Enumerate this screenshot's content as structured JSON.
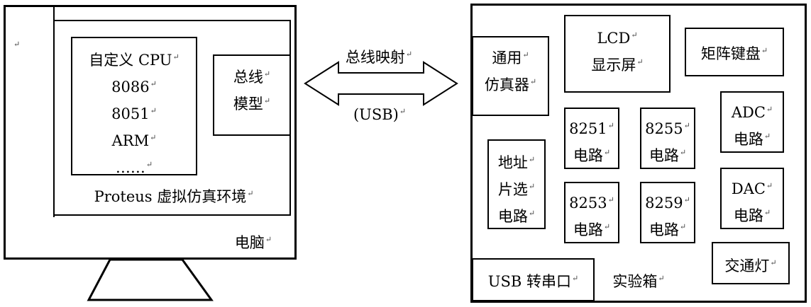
{
  "computer": {
    "label": "电脑",
    "proteus_label": "Proteus 虚拟仿真环境",
    "cpu_list": [
      "自定义 CPU",
      "8086",
      "8051",
      "ARM",
      "……"
    ],
    "bus_model": [
      "总线",
      "模型"
    ]
  },
  "link": {
    "top": "总线映射",
    "bottom": "(USB)"
  },
  "labbox": {
    "label": "实验箱",
    "emulator": [
      "通用",
      "仿真器"
    ],
    "lcd": [
      "LCD",
      "显示屏"
    ],
    "keypad": "矩阵键盘",
    "adc": [
      "ADC",
      "电路"
    ],
    "dac": [
      "DAC",
      "电路"
    ],
    "c8251": [
      "8251",
      "电路"
    ],
    "c8255": [
      "8255",
      "电路"
    ],
    "c8253": [
      "8253",
      "电路"
    ],
    "c8259": [
      "8259",
      "电路"
    ],
    "addr": [
      "地址",
      "片选",
      "电路"
    ],
    "traffic": "交通灯",
    "usb_serial": "USB 转串口"
  }
}
